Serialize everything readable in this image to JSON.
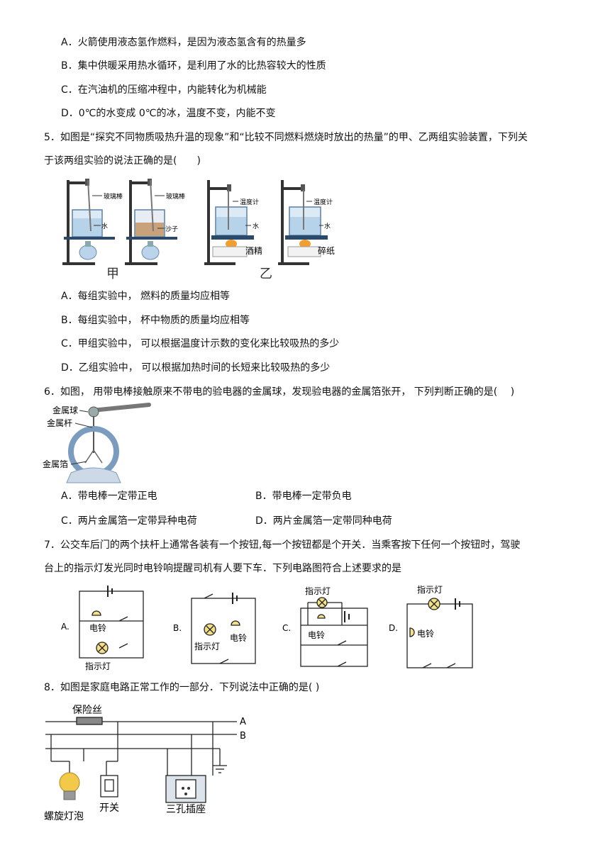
{
  "q4_options": [
    "A．火箭使用液态氢作燃料，是因为液态氢含有的热量多",
    "B．集中供暖采用热水循环，是利用了水的比热容较大的性质",
    "C．在汽油机的压缩冲程中，内能转化为机械能",
    "D．0℃的水变成 0℃的冰，温度不变，内能不变"
  ],
  "q5": {
    "stem_line1": "5．如图是“探究不同物质吸热升温的现象”和“比较不同燃料燃烧时放出的热量”的甲、乙两组实验装置，下列关",
    "stem_line2": "于该两组实验的说法正确的是(　　)",
    "fig_labels": {
      "glass_rod": "玻璃棒",
      "water": "水",
      "sand": "沙子",
      "thermometer": "温度计",
      "alcohol": "酒精",
      "paper": "碎纸",
      "group_jia": "甲",
      "group_yi": "乙"
    },
    "options": [
      "A．每组实验中， 燃料的质量均应相等",
      "B．每组实验中， 杯中物质的质量均应相等",
      "C．甲组实验中， 可以根据温度计示数的变化来比较吸热的多少",
      "D．乙组实验中， 可以根据加热时间的长短来比较吸热的多少"
    ]
  },
  "q6": {
    "stem": "6．如图， 用带电棒接触原来不带电的验电器的金属球，发现验电器的金属箔张开， 下列判断正确的是(　 )",
    "fig_labels": {
      "ball": "金属球",
      "rod": "金属杆",
      "foil": "金属箔"
    },
    "options": [
      "A．带电棒一定带正电",
      "B．带电棒一定带负电",
      "C．两片金属箔一定带异种电荷",
      "D．两片金属箔一定带同种电荷"
    ]
  },
  "q7": {
    "stem_line1": "7．公交车后门的两个扶杆上通常各装有一个按钮,每一个按钮都是个开关．当乘客按下任何一个按钮时，驾驶",
    "stem_line2": "台上的指示灯发光同时电铃响提醒司机有人要下车．下列电路图符合上述要求的是",
    "fig_labels": {
      "bell": "电铃",
      "lamp": "指示灯"
    },
    "choice_letters": [
      "A.",
      "B.",
      "C.",
      "D."
    ]
  },
  "q8": {
    "stem": "8．如图是家庭电路正常工作的一部分．下列说法中正确的是(  )",
    "fig_labels": {
      "fuse": "保险丝",
      "line_a": "A",
      "line_b": "B",
      "bulb": "螺旋灯泡",
      "switch": "开关",
      "socket": "三孔插座"
    }
  }
}
